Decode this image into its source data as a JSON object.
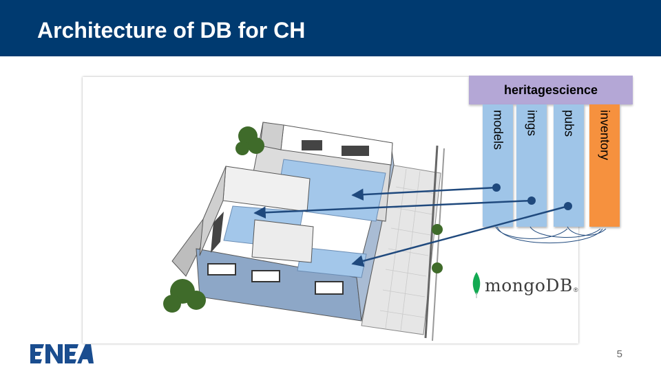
{
  "slide": {
    "title": "Architecture of DB for CH",
    "page_number": "5"
  },
  "database": {
    "name": "heritagescience",
    "collections": [
      {
        "label": "models"
      },
      {
        "label": "imgs"
      },
      {
        "label": "pubs"
      },
      {
        "label": "inventory"
      }
    ]
  },
  "branding": {
    "mongodb_label": "mongoDB",
    "mongodb_mark": "®",
    "enea_logo_text": "ENEA"
  },
  "colors": {
    "header_bg": "#003a70",
    "db_header": "#b4a7d6",
    "collection_blue": "#9fc5e8",
    "collection_orange": "#f6913e",
    "arrow": "#1f497d",
    "room_floor": "#a3c7ea",
    "mongodb_leaf": "#13aa52",
    "enea_logo": "#1a4d8f"
  }
}
